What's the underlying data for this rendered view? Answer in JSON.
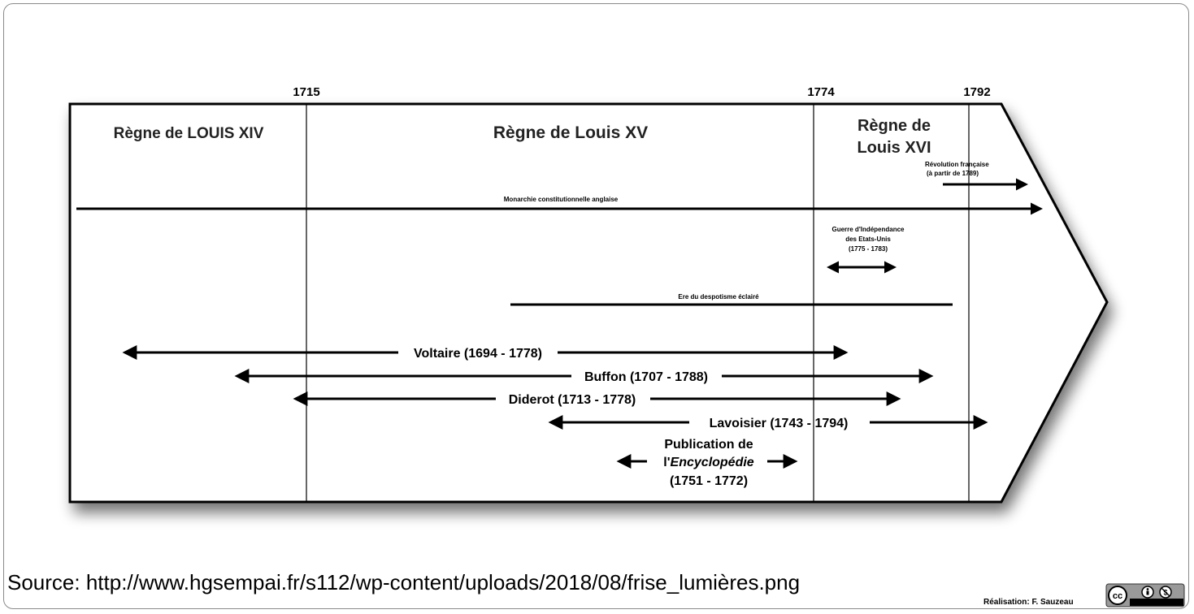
{
  "years": [
    "1715",
    "1774",
    "1792"
  ],
  "reigns": {
    "louis14": "Règne de LOUIS XIV",
    "louis15": "Règne de Louis XV",
    "louis16_line1": "Règne de",
    "louis16_line2": "Louis XVI"
  },
  "events": {
    "revolution_line1": "Révolution française",
    "revolution_line2": "(à partir de 1789)",
    "monarchie": "Monarchie constitutionnelle anglaise",
    "guerre_line1": "Guerre d'Indépendance",
    "guerre_line2": "des Etats-Unis",
    "guerre_line3": "(1775 - 1783)",
    "despotisme": "Ere du despotisme éclairé",
    "voltaire": "Voltaire (1694 - 1778)",
    "buffon": "Buffon (1707 - 1788)",
    "diderot": "Diderot (1713 - 1778)",
    "lavoisier": "Lavoisier (1743 - 1794)",
    "encyclo_line1": "Publication de",
    "encyclo_line2_prefix": "l'",
    "encyclo_line2_italic": "Encyclopédie",
    "encyclo_line3": "(1751 - 1772)"
  },
  "source": "Source: http://www.hgsempai.fr/s112/wp-content/uploads/2018/08/frise_lumières.png",
  "credit": "Réalisation: F. Sauzeau",
  "license_icon": "creative-commons-by-nc-icon"
}
